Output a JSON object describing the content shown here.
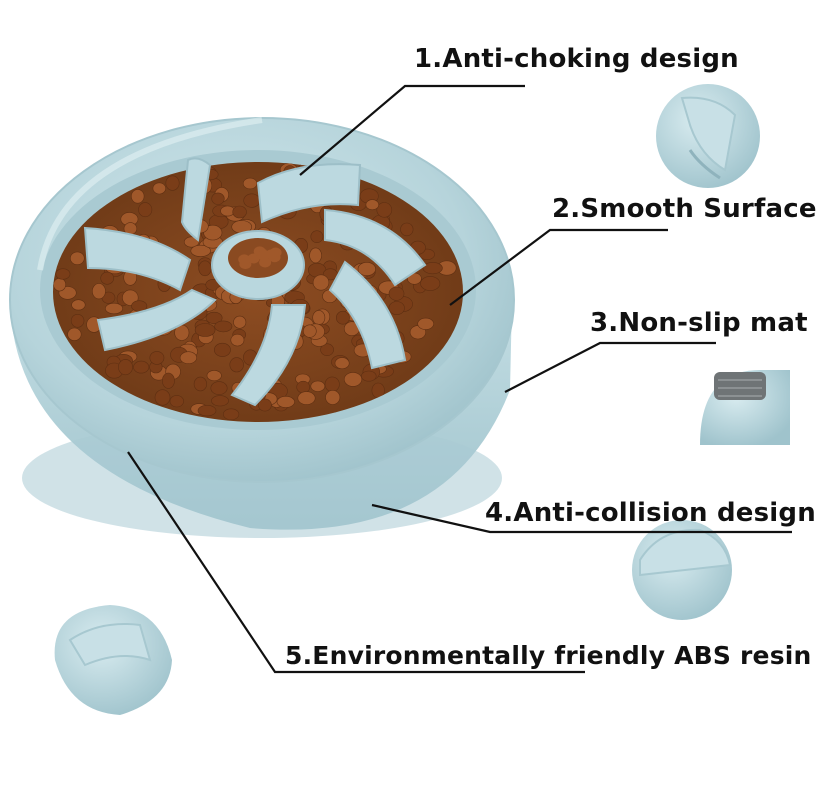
{
  "features": [
    {
      "id": "f1",
      "label": "1.Anti-choking design",
      "inset_icon": "bowl-rim-closeup"
    },
    {
      "id": "f2",
      "label": "2.Smooth Surface"
    },
    {
      "id": "f3",
      "label": "3.Non-slip mat",
      "inset_icon": "rubber-pad-closeup"
    },
    {
      "id": "f4",
      "label": "4.Anti-collision design",
      "inset_icon": "rounded-edge-closeup"
    },
    {
      "id": "f5",
      "label": "5.Environmentally friendly ABS resin",
      "inset_icon": "material-closeup"
    }
  ],
  "colors": {
    "bowl": "#b9d7de",
    "bowl_shadow": "#9cc0c9",
    "bowl_highlight": "#d6ebef",
    "kibble": "#a0582a",
    "kibble_dark": "#7a3d18",
    "leader_line": "#111111",
    "text": "#111111"
  }
}
